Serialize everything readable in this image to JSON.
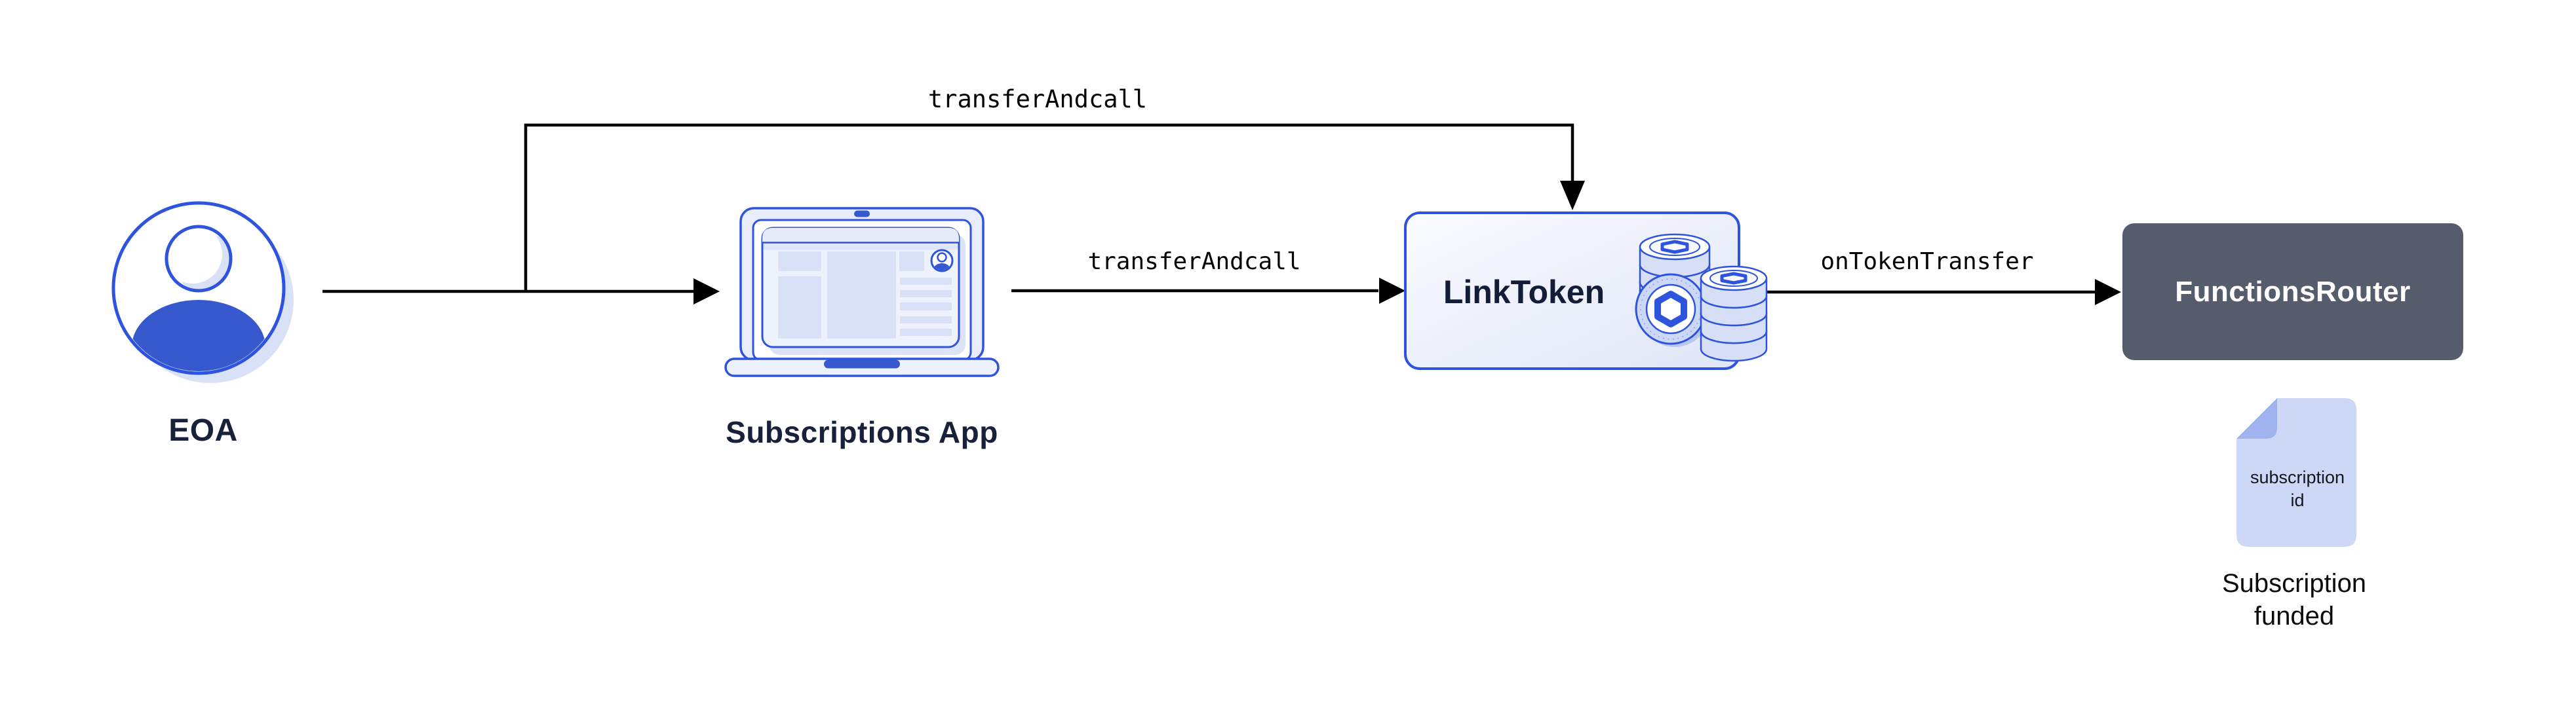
{
  "diagram": {
    "nodes": {
      "eoa": {
        "label": "EOA",
        "icon": "user-avatar-icon"
      },
      "subscriptions_app": {
        "label": "Subscriptions App",
        "icon": "laptop-browser-icon"
      },
      "link_token": {
        "label": "LinkToken",
        "icon": "link-coin-stacks-icon"
      },
      "functions_router": {
        "label": "FunctionsRouter"
      }
    },
    "edges": {
      "eoa_to_link_token": {
        "label": "transferAndcall"
      },
      "app_to_link_token": {
        "label": "transferAndcall"
      },
      "link_token_to_functions_router": {
        "label": "onTokenTransfer"
      }
    },
    "artifact": {
      "document_lines": [
        "subscription",
        "id"
      ],
      "caption_lines": [
        "Subscription",
        "funded"
      ]
    },
    "colors": {
      "accent_blue": "#2e53dc",
      "royal_blue_fill": "#3659cd",
      "light_lavender": "#d9e1f6",
      "pale_panel": "#e9edfb",
      "document_fill": "#ccd8f6",
      "document_fold": "#9fb3ee",
      "router_slate": "#555c6c",
      "navy_text": "#18213a",
      "arrow_black": "#000000"
    }
  }
}
